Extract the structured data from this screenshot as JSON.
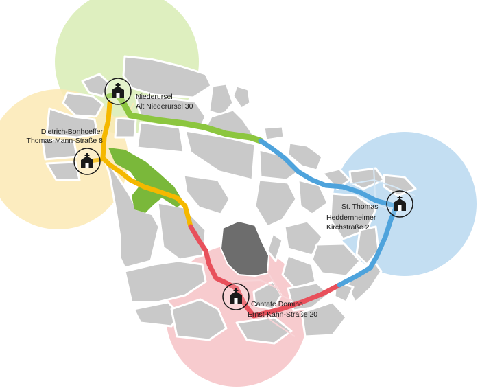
{
  "map": {
    "colors": {
      "block": "#c9c9c9",
      "block_stroke": "#ffffff",
      "central_block": "#6d6d6d",
      "route_green": "#8cc63f",
      "route_yellow": "#f5b800",
      "route_red": "#e8505b",
      "route_blue": "#4ea3dc",
      "park_green": "#7ab83a",
      "halo_green": "#d8ecb4",
      "halo_yellow": "#fce9b4",
      "halo_blue": "#b9d8f0",
      "halo_red": "#f6c2c6"
    },
    "churches": [
      {
        "id": "niederursel",
        "icon": "church-icon",
        "name": "Niederursel",
        "address": "Alt Niederursel 30"
      },
      {
        "id": "dietrich-bonhoeffer",
        "icon": "church-icon",
        "name": "Dietrich-Bonhoeffer",
        "address": "Thomas-Mann-Straße 8"
      },
      {
        "id": "st-thomas",
        "icon": "church-icon",
        "name": "St. Thomas",
        "address": "Heddernheimer",
        "address2": "Kirchstraße 2"
      },
      {
        "id": "cantate-domino",
        "icon": "church-icon",
        "name": "Cantate Domino",
        "address": "Ernst-Kahn-Straße 20"
      }
    ]
  }
}
